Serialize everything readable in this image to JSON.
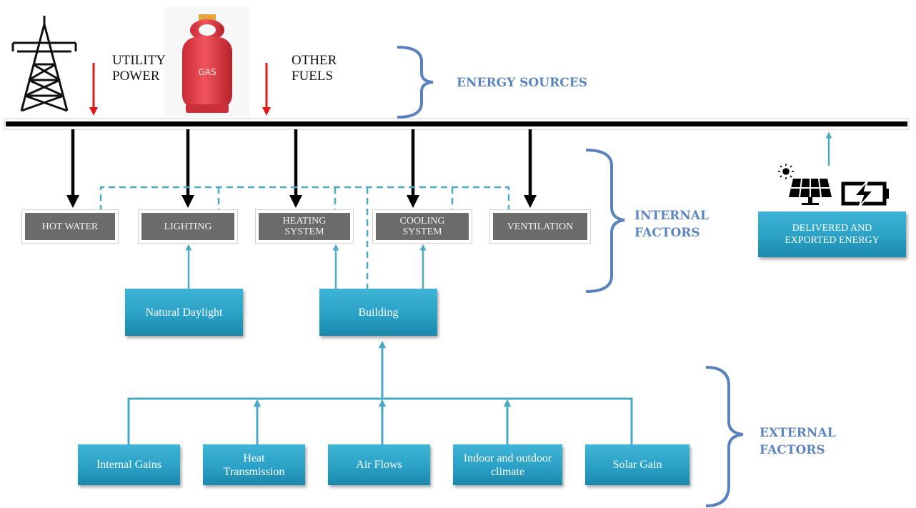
{
  "sources": {
    "utility_label": "UTILITY POWER",
    "other_label": "OTHER FUELS",
    "gas_text": "GAS"
  },
  "sections": {
    "energy_sources": "ENERGY SOURCES",
    "internal_factors": "INTERNAL FACTORS",
    "external_factors": "EXTERNAL FACTORS"
  },
  "internal_nodes": {
    "hot_water": "HOT WATER",
    "lighting": "LIGHTING",
    "heating": "HEATING SYSTEM",
    "cooling": "COOLING SYSTEM",
    "ventilation": "VENTILATION"
  },
  "delivered": "DELIVERED AND EXPORTED ENERGY",
  "mid_nodes": {
    "daylight": "Natural Daylight",
    "building": "Building"
  },
  "external_nodes": {
    "internal_gains": "Internal Gains",
    "heat_transmission": "Heat Transmission",
    "air_flows": "Air Flows",
    "climate": "Indoor and outdoor climate",
    "solar_gain": "Solar Gain"
  },
  "colors": {
    "section_label": "#5b86c4",
    "bracket": "#5a82bf",
    "teal_line": "#4aa9c4",
    "dashed_line": "#4aa9c4",
    "gray_box": "#6b6b6b",
    "red_arrow": "#e01818",
    "gas_cylinder": "#e8414a"
  },
  "icons": [
    "power-tower-icon",
    "gas-cylinder-icon",
    "solar-panel-icon",
    "sun-icon",
    "battery-icon"
  ]
}
